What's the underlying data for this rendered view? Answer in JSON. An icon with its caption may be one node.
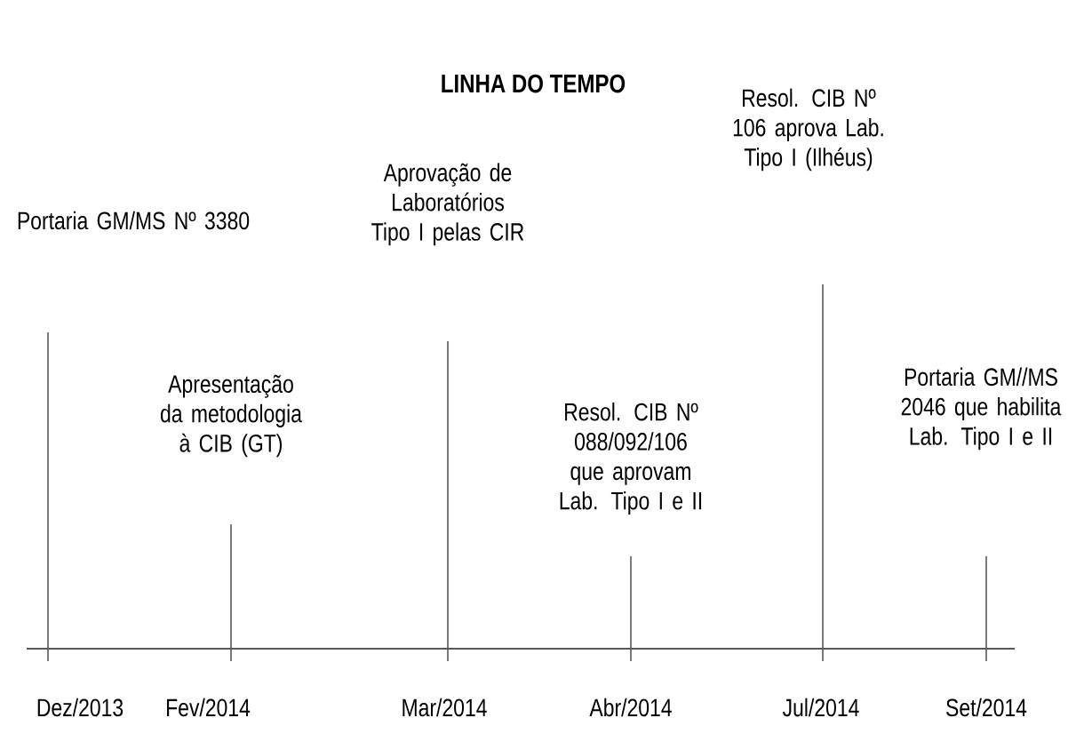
{
  "diagram": {
    "title": "LINHA DO TEMPO",
    "labels": [
      "Portaria GM/MS Nº 3380",
      "Apresentação da metodologia à CIB (GT)",
      "Aprovação de Laboratórios Tipo I pelas CIR",
      "Resol. CIB Nº 088/092/106 que aprovam  Lab. Tipo I e II",
      "Resol. CIB Nº 106 aprova Lab. Tipo I (Ilhéus)",
      "Portaria GM//MS 2046 que habilita Lab. Tipo I e II",
      "Dez/2013",
      "Fev/2014",
      "Mar/2014",
      "Abr/2014",
      "Jul/2014",
      "Set/2014"
    ]
  }
}
